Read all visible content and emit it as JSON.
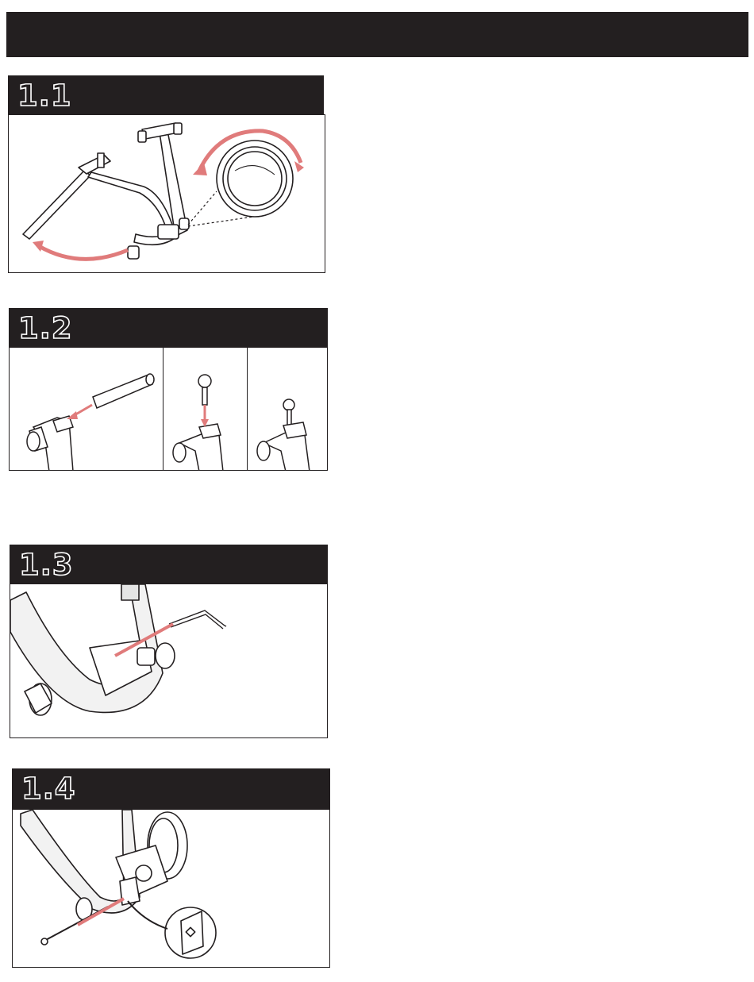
{
  "colors": {
    "header": "#231f20",
    "accent": "#e07b7b",
    "line": "#231f20",
    "fill": "#efefef"
  },
  "steps": [
    {
      "number": "1.1"
    },
    {
      "number": "1.2"
    },
    {
      "number": "1.3"
    },
    {
      "number": "1.4"
    }
  ]
}
